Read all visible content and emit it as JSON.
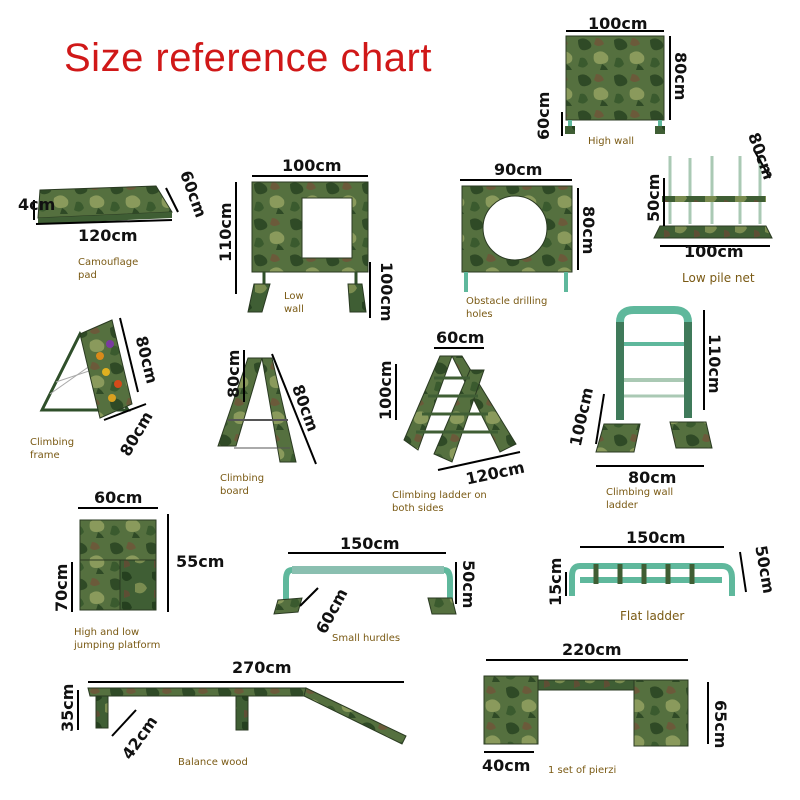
{
  "title": "Size reference chart",
  "colors": {
    "title": "#d01818",
    "caption": "#7a5a14",
    "camo_base": "#4a6a3a",
    "frame_teal": "#4fb59a",
    "dark_frame": "#2f4f2a"
  },
  "items": {
    "high_wall": {
      "label": "High wall",
      "dims": [
        "100cm",
        "80cm",
        "60cm"
      ]
    },
    "camouflage_pad": {
      "label": "Camouflage pad",
      "dims": [
        "4cm",
        "60cm",
        "120cm"
      ]
    },
    "low_wall": {
      "label": "Low wall",
      "dims": [
        "100cm",
        "110cm",
        "100cm"
      ]
    },
    "obstacle_drilling_holes": {
      "label": "Obstacle drilling holes",
      "dims": [
        "90cm",
        "80cm"
      ]
    },
    "low_pile_net": {
      "label": "Low pile net",
      "dims": [
        "80cm",
        "50cm",
        "100cm"
      ]
    },
    "climbing_frame": {
      "label": "Climbing frame",
      "dims": [
        "80cm",
        "80cm"
      ]
    },
    "climbing_board": {
      "label": "Climbing board",
      "dims": [
        "80cm",
        "80cm"
      ]
    },
    "climbing_ladder": {
      "label": "Climbing ladder on both sides",
      "dims": [
        "60cm",
        "100cm",
        "120cm"
      ]
    },
    "climbing_wall_ladder": {
      "label": "Climbing wall ladder",
      "dims": [
        "110cm",
        "100cm",
        "80cm"
      ]
    },
    "jumping_platform": {
      "label": "High and low jumping platform",
      "dims": [
        "60cm",
        "55cm",
        "70cm"
      ]
    },
    "small_hurdles": {
      "label": "Small hurdles",
      "dims": [
        "150cm",
        "50cm",
        "60cm"
      ]
    },
    "flat_ladder": {
      "label": "Flat ladder",
      "dims": [
        "150cm",
        "50cm",
        "15cm"
      ]
    },
    "balance_wood": {
      "label": "Balance wood",
      "dims": [
        "270cm",
        "35cm",
        "42cm"
      ]
    },
    "pierzi": {
      "label": "1 set of pierzi",
      "dims": [
        "220cm",
        "65cm",
        "40cm"
      ]
    }
  }
}
